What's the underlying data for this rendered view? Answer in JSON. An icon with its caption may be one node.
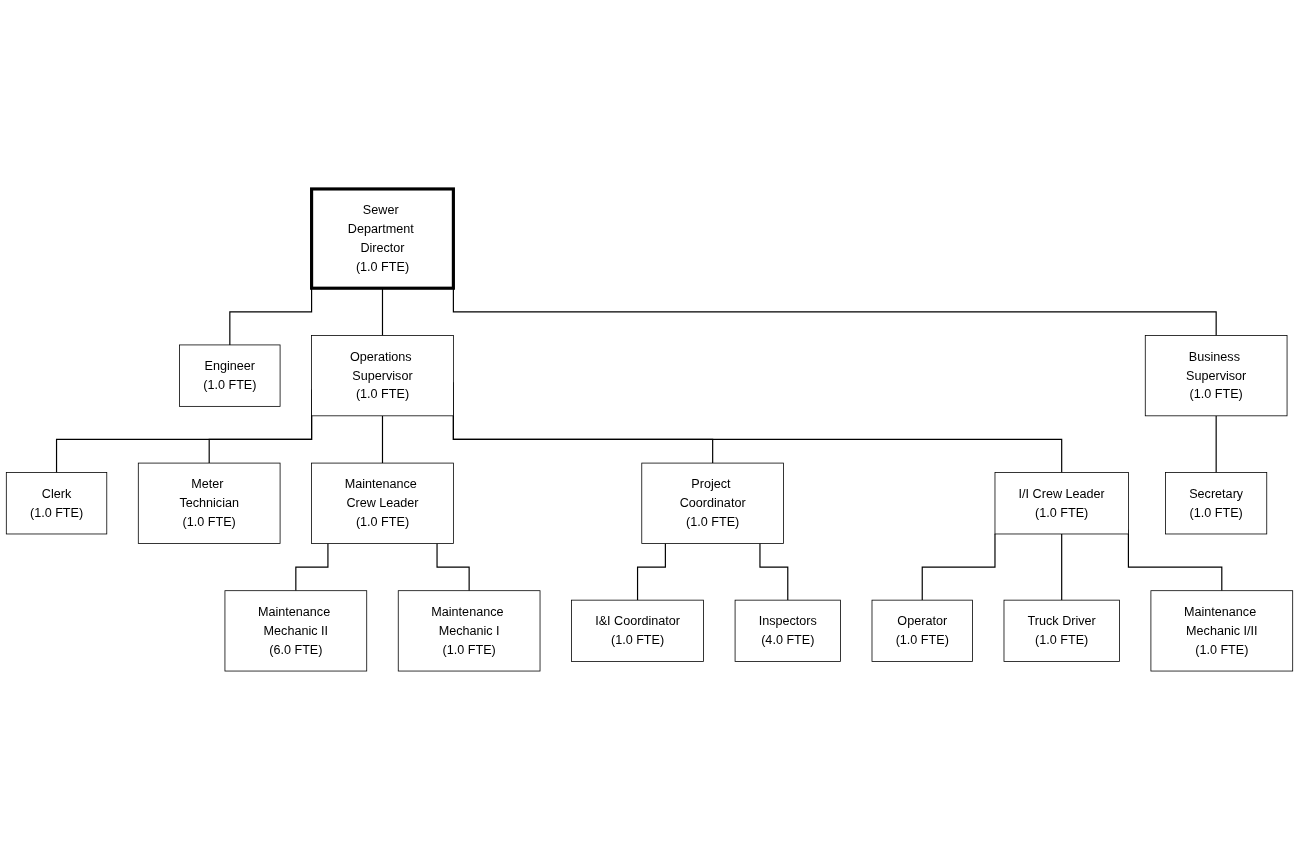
{
  "diagram": {
    "nodes": [
      {
        "text": [
          "Sewer Department Director",
          "(1.0 FTE)"
        ]
      },
      {
        "text": [
          "Engineer",
          "(1.0 FTE)"
        ]
      },
      {
        "text": [
          "Operations Supervisor",
          "(1.0 FTE)"
        ]
      },
      {
        "text": [
          "Business Supervisor",
          "(1.0 FTE)"
        ]
      },
      {
        "text": [
          "Clerk",
          "(1.0 FTE)"
        ]
      },
      {
        "text": [
          "Meter Technician",
          "(1.0 FTE)"
        ]
      },
      {
        "text": [
          "Maintenance Crew Leader",
          "(1.0 FTE)"
        ]
      },
      {
        "text": [
          "Project Coordinator",
          "(1.0 FTE)"
        ]
      },
      {
        "text": [
          "I/I Crew Leader",
          "(1.0 FTE)"
        ]
      },
      {
        "text": [
          "Secretary",
          "(1.0 FTE)"
        ]
      },
      {
        "text": [
          "Maintenance Mechanic II",
          "(6.0 FTE)"
        ]
      },
      {
        "text": [
          "I&I Coordinator",
          "(1.0 FTE)"
        ]
      },
      {
        "text": [
          "Operator",
          "(1.0 FTE)"
        ]
      },
      {
        "text": [
          "Maintenance Mechanic I",
          "(1.0 FTE)"
        ]
      },
      {
        "text": [
          "Inspectors",
          "(4.0 FTE)"
        ]
      },
      {
        "text": [
          "Truck Driver",
          "(1.0 FTE)"
        ]
      },
      {
        "text": [
          "Maintenance Mechanic I/II",
          "(1.0 FTE)"
        ]
      }
    ],
    "edges": [
      {
        "from": 0,
        "to": 1,
        "arrow": "none"
      },
      {
        "from": 0,
        "to": 2,
        "arrow": "none"
      },
      {
        "from": 0,
        "to": 3,
        "arrow": "none"
      },
      {
        "from": 2,
        "to": 4,
        "arrow": "none"
      },
      {
        "from": 2,
        "to": 5,
        "arrow": "none"
      },
      {
        "from": 2,
        "to": 6,
        "arrow": "none"
      },
      {
        "from": 2,
        "to": 7,
        "arrow": "none"
      },
      {
        "from": 2,
        "to": 8,
        "arrow": "none"
      },
      {
        "from": 3,
        "to": 9,
        "arrow": "none"
      },
      {
        "from": 6,
        "to": 10,
        "arrow": "none"
      },
      {
        "from": 6,
        "to": 13,
        "arrow": "none"
      },
      {
        "from": 7,
        "to": 11,
        "arrow": "none"
      },
      {
        "from": 7,
        "to": 14,
        "arrow": "none"
      },
      {
        "from": 8,
        "to": 12,
        "arrow": "none"
      },
      {
        "from": 8,
        "to": 15,
        "arrow": "none"
      },
      {
        "from": 8,
        "to": 16,
        "arrow": "none"
      }
    ]
  }
}
